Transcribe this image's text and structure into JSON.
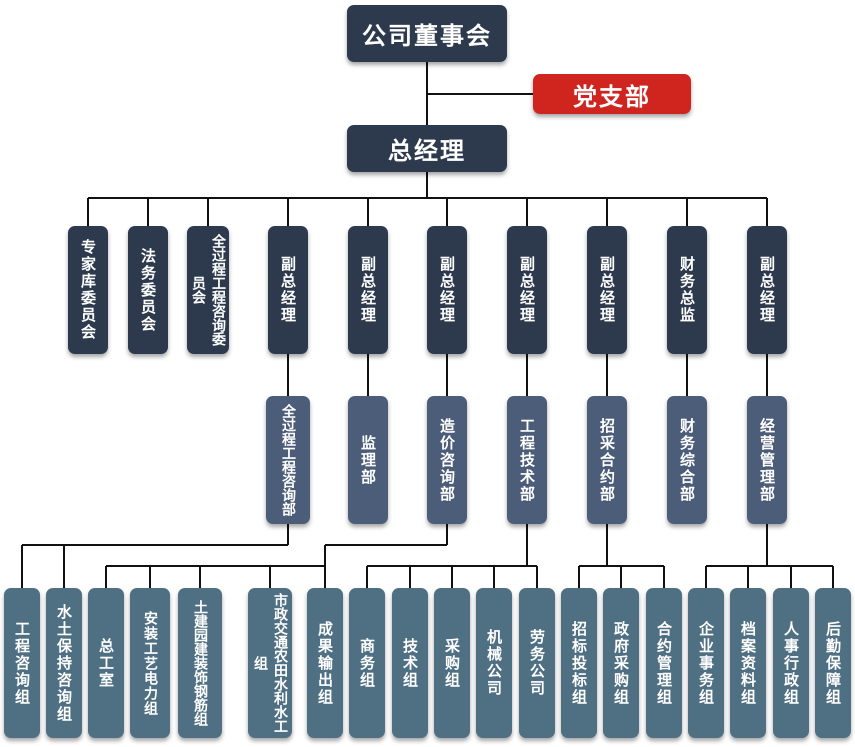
{
  "colors": {
    "dark_navy": "#2d3a4d",
    "slate_blue": "#4b5d78",
    "teal_gray": "#4f6f82",
    "party_red": "#d0251f",
    "line": "#111111"
  },
  "board": "公司董事会",
  "party": "党支部",
  "gm": "总经理",
  "level1": [
    "专家库委员会",
    "法务委员会",
    "全过程工程咨询委员会",
    "副总经理",
    "副总经理",
    "副总经理",
    "副总经理",
    "副总经理",
    "财务总监",
    "副总经理"
  ],
  "level2": [
    "全过程工程咨询部",
    "监理部",
    "造价咨询部",
    "工程技术部",
    "招采合约部",
    "财务综合部",
    "经营管理部"
  ],
  "level3": [
    "工程咨询组",
    "水土保持咨询组",
    "总工室",
    "安装工艺电力组",
    "土建园建装饰钢筋组",
    "市政交通农田水利水工组",
    "成果输出组",
    "商务组",
    "技术组",
    "采购组",
    "机械公司",
    "劳务公司",
    "招标投标组",
    "政府采购组",
    "合约管理组",
    "企业事务组",
    "档案资料组",
    "人事行政组",
    "后勤保障组"
  ]
}
